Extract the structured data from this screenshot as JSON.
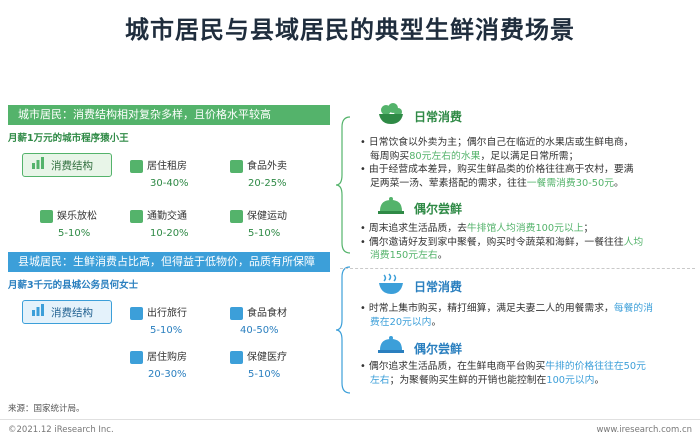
{
  "title": "城市居民与县域居民的典型生鲜消费场景",
  "city": {
    "banner": "城市居民：消费结构相对复杂多样，且价格水平较高",
    "person": "月薪1万元的城市程序猿小王",
    "tag": "消费结构",
    "categories": [
      {
        "label": "居住租房",
        "pct": "30-40%",
        "icon": "building-icon"
      },
      {
        "label": "食品外卖",
        "pct": "20-25%",
        "icon": "wine-glass-icon"
      },
      {
        "label": "娱乐放松",
        "pct": "5-10%",
        "icon": "dumbbell-icon"
      },
      {
        "label": "通勤交通",
        "pct": "10-20%",
        "icon": "car-icon"
      },
      {
        "label": "保健运动",
        "pct": "5-10%",
        "icon": "fitness-icon"
      }
    ],
    "daily": {
      "title": "日常消费",
      "b1_1": "日常饮食以外卖为主；偶尔自己在临近的水果店或生鲜电商，",
      "b1_2a": "每周购买",
      "b1_2hl": "80元左右的水果",
      "b1_2b": "，足以满足日常所需；",
      "b2_1": "由于经营成本差异，购买生鲜品类的价格往往高于农村，要满",
      "b2_2a": "足两菜一汤、荤素搭配的需求，往往",
      "b2_2hl": "一餐需消费30-50元",
      "b2_2b": "。"
    },
    "occasional": {
      "title": "偶尔尝鲜",
      "b1a": "周末追求生活品质，去",
      "b1hl": "牛排馆人均消费100元以上",
      "b1b": "；",
      "b2_1a": "偶尔邀请好友到家中聚餐，购买时令蔬菜和海鲜，一餐往往",
      "b2_1hl": "人均",
      "b2_2hl": "消费150元左右",
      "b2_2b": "。"
    }
  },
  "county": {
    "banner": "县城居民：生鲜消费占比高，但得益于低物价，品质有所保障",
    "person": "月薪3千元的县城公务员何女士",
    "tag": "消费结构",
    "categories": [
      {
        "label": "出行旅行",
        "pct": "5-10%",
        "icon": "car-icon"
      },
      {
        "label": "食品食材",
        "pct": "40-50%",
        "icon": "food-icon"
      },
      {
        "label": "居住购房",
        "pct": "20-30%",
        "icon": "building-icon"
      },
      {
        "label": "保健医疗",
        "pct": "5-10%",
        "icon": "medical-icon"
      }
    ],
    "daily": {
      "title": "日常消费",
      "b1_1a": "时常上集市购买，精打细算，满足夫妻二人的用餐需求，",
      "b1_1hl": "每餐的消",
      "b1_2hl": "费在20元以内",
      "b1_2b": "。"
    },
    "occasional": {
      "title": "偶尔尝鲜",
      "b1_1a": "偶尔追求生活品质，在生鲜电商平台购买",
      "b1_1hl": "牛排的价格往往在50元",
      "b1_2hl": "左右",
      "b1_2a": "；为聚餐购买生鲜的开销也能控制在",
      "b1_2hl2": "100元以内",
      "b1_2b": "。"
    }
  },
  "source": "来源：国家统计局。",
  "copyright": "©2021.12 iResearch Inc.",
  "website": "www.iresearch.com.cn",
  "colors": {
    "green": "#54b36b",
    "blue": "#3c9fd9",
    "dark_green": "#2f8a46",
    "dark_blue": "#2a7fbf"
  }
}
